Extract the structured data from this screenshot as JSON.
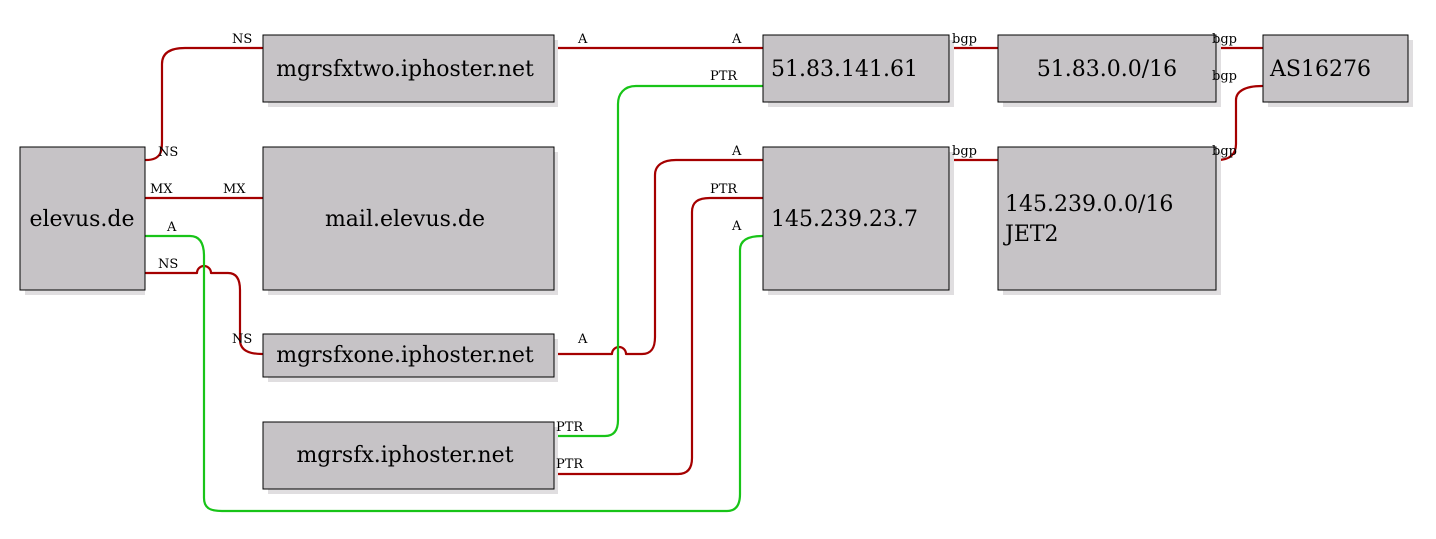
{
  "nodes": {
    "elevus": "elevus.de",
    "mgrsfxtwo": "mgrsfxtwo.iphoster.net",
    "mail": "mail.elevus.de",
    "mgrsfxone": "mgrsfxone.iphoster.net",
    "mgrsfx": "mgrsfx.iphoster.net",
    "ip1": "51.83.141.61",
    "ip2": "145.239.23.7",
    "net1": "51.83.0.0/16",
    "net2_line1": "145.239.0.0/16",
    "net2_line2": "JET2",
    "as": "AS16276"
  },
  "labels": {
    "ns": "NS",
    "mx": "MX",
    "a": "A",
    "ptr": "PTR",
    "bgp": "bgp"
  },
  "colors": {
    "red_edge": "#a50000",
    "green_edge": "#18c418",
    "node_fill": "#c6c3c6"
  }
}
